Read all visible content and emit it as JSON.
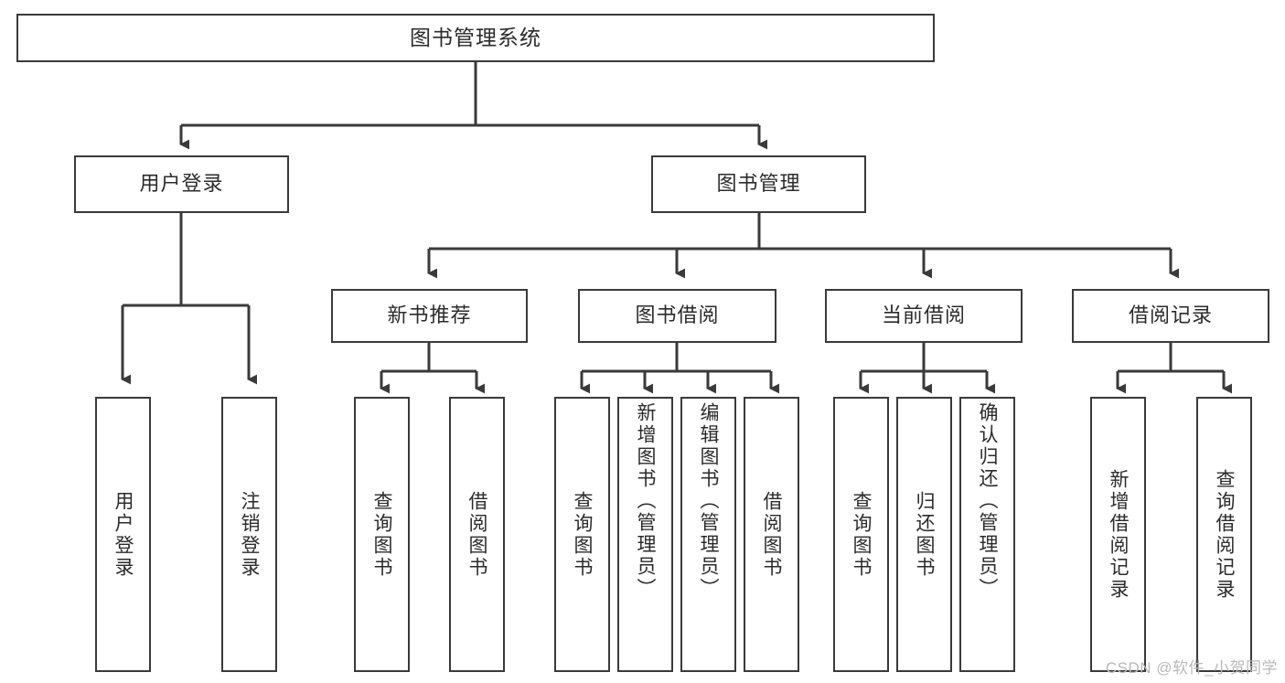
{
  "diagram": {
    "title": "图书管理系统",
    "type": "hierarchy-tree",
    "watermark": "CSDN @软件_小贺同学",
    "colors": {
      "border": "#3a3a3a",
      "background": "#ffffff",
      "text": "#2b2b2b",
      "watermark": "#b9b9b9"
    },
    "nodes": {
      "root": {
        "label": "图书管理系统"
      },
      "level2": [
        {
          "id": "user-login",
          "label": "用户登录"
        },
        {
          "id": "book-manage",
          "label": "图书管理"
        }
      ],
      "level3": [
        {
          "id": "new-book-rec",
          "label": "新书推荐"
        },
        {
          "id": "book-borrow",
          "label": "图书借阅"
        },
        {
          "id": "current-borrow",
          "label": "当前借阅"
        },
        {
          "id": "borrow-record",
          "label": "借阅记录"
        }
      ],
      "leaves": {
        "user-login": [
          {
            "id": "leaf-user-login",
            "label": "用户登录"
          },
          {
            "id": "leaf-logout",
            "label": "注销登录"
          }
        ],
        "new-book-rec": [
          {
            "id": "leaf-query-book-1",
            "label": "查询图书"
          },
          {
            "id": "leaf-borrow-book-1",
            "label": "借阅图书"
          }
        ],
        "book-borrow": [
          {
            "id": "leaf-query-book-2",
            "label": "查询图书"
          },
          {
            "id": "leaf-add-book",
            "label": "新增图书（管理员）"
          },
          {
            "id": "leaf-edit-book",
            "label": "编辑图书（管理员）"
          },
          {
            "id": "leaf-borrow-book-2",
            "label": "借阅图书"
          }
        ],
        "current-borrow": [
          {
            "id": "leaf-query-book-3",
            "label": "查询图书"
          },
          {
            "id": "leaf-return-book",
            "label": "归还图书"
          },
          {
            "id": "leaf-confirm-return",
            "label": "确认归还（管理员）"
          }
        ],
        "borrow-record": [
          {
            "id": "leaf-add-record",
            "label": "新增借阅记录"
          },
          {
            "id": "leaf-query-record",
            "label": "查询借阅记录"
          }
        ]
      }
    }
  }
}
